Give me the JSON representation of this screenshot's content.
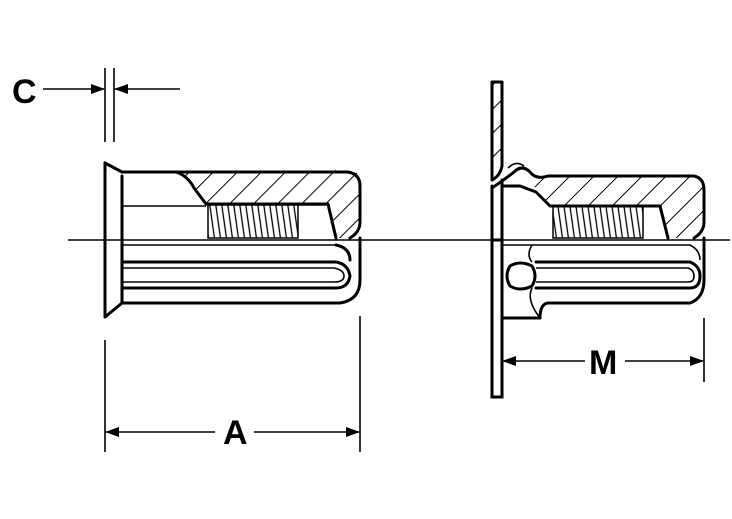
{
  "labels": {
    "c": "C",
    "a": "A",
    "m": "M"
  },
  "colors": {
    "ink": "#000000",
    "background": "#ffffff"
  }
}
